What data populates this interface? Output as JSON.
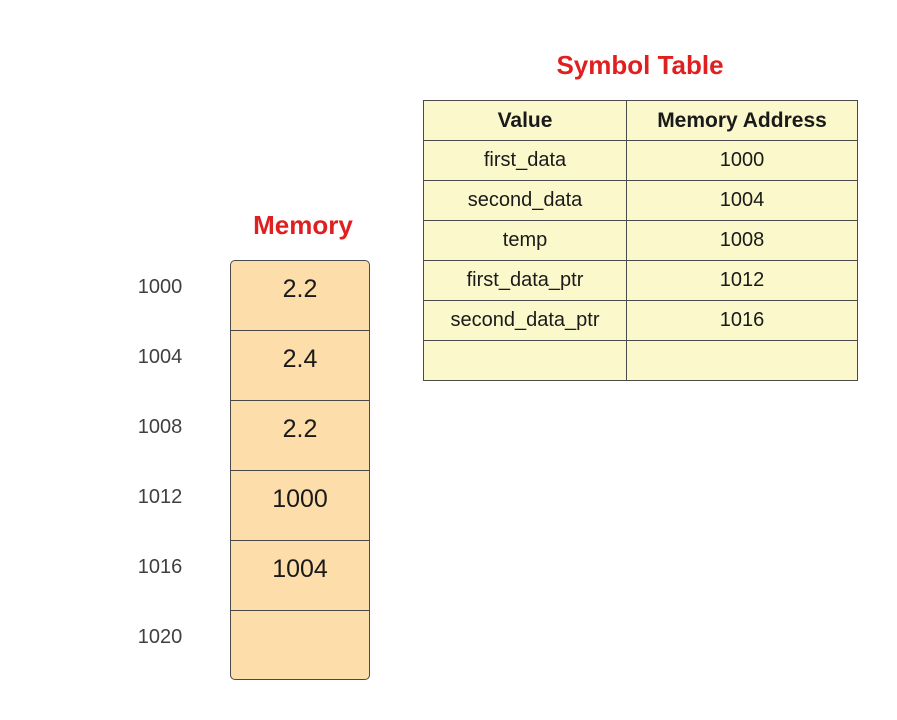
{
  "symbol_table": {
    "title": "Symbol Table",
    "headers": [
      "Value",
      "Memory Address"
    ],
    "rows": [
      [
        "first_data",
        "1000"
      ],
      [
        "second_data",
        "1004"
      ],
      [
        "temp",
        "1008"
      ],
      [
        "first_data_ptr",
        "1012"
      ],
      [
        "second_data_ptr",
        "1016"
      ],
      [
        "",
        ""
      ]
    ],
    "fill_color": "#fbf8cb"
  },
  "memory": {
    "title": "Memory",
    "addresses": [
      "1000",
      "1004",
      "1008",
      "1012",
      "1016",
      "1020"
    ],
    "values": [
      "2.2",
      "2.4",
      "2.2",
      "1000",
      "1004",
      ""
    ],
    "fill_color": "#fdddaa"
  },
  "title_color": "#e02020"
}
